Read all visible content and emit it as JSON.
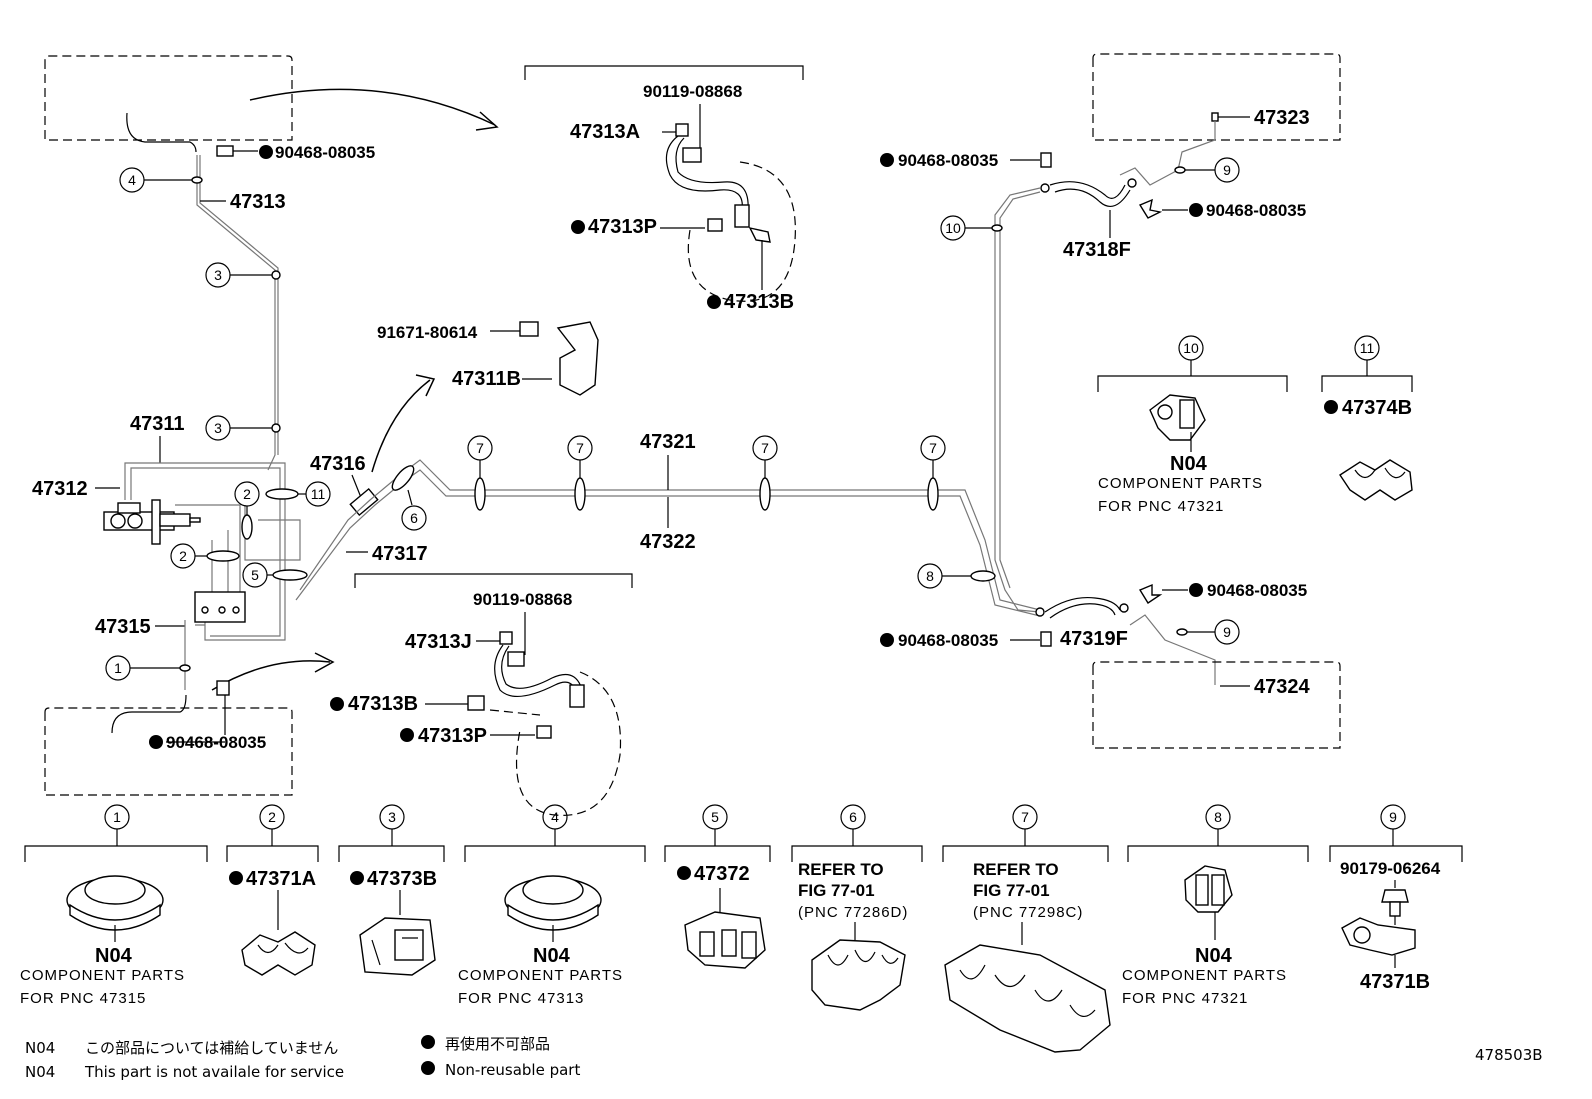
{
  "labels": {
    "top_left_clip": "90468-08035",
    "p47313": "47313",
    "p47311": "47311",
    "p47312": "47312",
    "p47316": "47316",
    "p47317": "47317",
    "p47315": "47315",
    "bottom_left_clip": "90468-08035",
    "hose_a_bolt": "90119-08868",
    "p47313A": "47313A",
    "p47313P_top": "47313P",
    "p47313B_top": "47313B",
    "bracket_bolt": "91671-80614",
    "p47311B": "47311B",
    "p47321": "47321",
    "p47322": "47322",
    "hose_j_bolt": "90119-08868",
    "p47313J": "47313J",
    "p47313B_mid": "47313B",
    "p47313P_mid": "47313P",
    "right_clip_top_left": "90468-08035",
    "p47323": "47323",
    "right_clip_top_right": "90468-08035",
    "p47318F": "47318F",
    "right_clip_bottom_right": "90468-08035",
    "right_clip_bottom_left": "90468-08035",
    "p47319F": "47319F",
    "p47324": "47324",
    "grommet_10_code": "N04",
    "grommet_10_line1": "COMPONENT PARTS",
    "grommet_10_line2": "FOR PNC 47321",
    "clamp_11_part": "47374B",
    "diagram_code": "478503B"
  },
  "callouts": {
    "c1": "1",
    "c2": "2",
    "c3": "3",
    "c4": "4",
    "c5": "5",
    "c6": "6",
    "c7": "7",
    "c8": "8",
    "c9": "9",
    "c10": "10",
    "c11": "11"
  },
  "bottom_panels": {
    "p1": {
      "code": "N04",
      "line1": "COMPONENT PARTS",
      "line2": "FOR PNC 47315"
    },
    "p2": {
      "part": "47371A"
    },
    "p3": {
      "part": "47373B"
    },
    "p4": {
      "code": "N04",
      "line1": "COMPONENT PARTS",
      "line2": "FOR PNC 47313"
    },
    "p5": {
      "part": "47372"
    },
    "p6": {
      "line1": "REFER TO",
      "line2": "FIG 77-01",
      "line3": "(PNC 77286D)"
    },
    "p7": {
      "line1": "REFER TO",
      "line2": "FIG 77-01",
      "line3": "(PNC 77298C)"
    },
    "p8": {
      "code": "N04",
      "line1": "COMPONENT PARTS",
      "line2": "FOR PNC 47321"
    },
    "p9": {
      "bolt": "90179-06264",
      "part": "47371B"
    }
  },
  "legend": {
    "n04_code_jp": "N04",
    "n04_text_jp": "この部品については補給していません",
    "n04_code_en": "N04",
    "n04_text_en": "This part is not availale for service",
    "dot_text_jp": "再使用不可部品",
    "dot_text_en": "Non-reusable part"
  }
}
